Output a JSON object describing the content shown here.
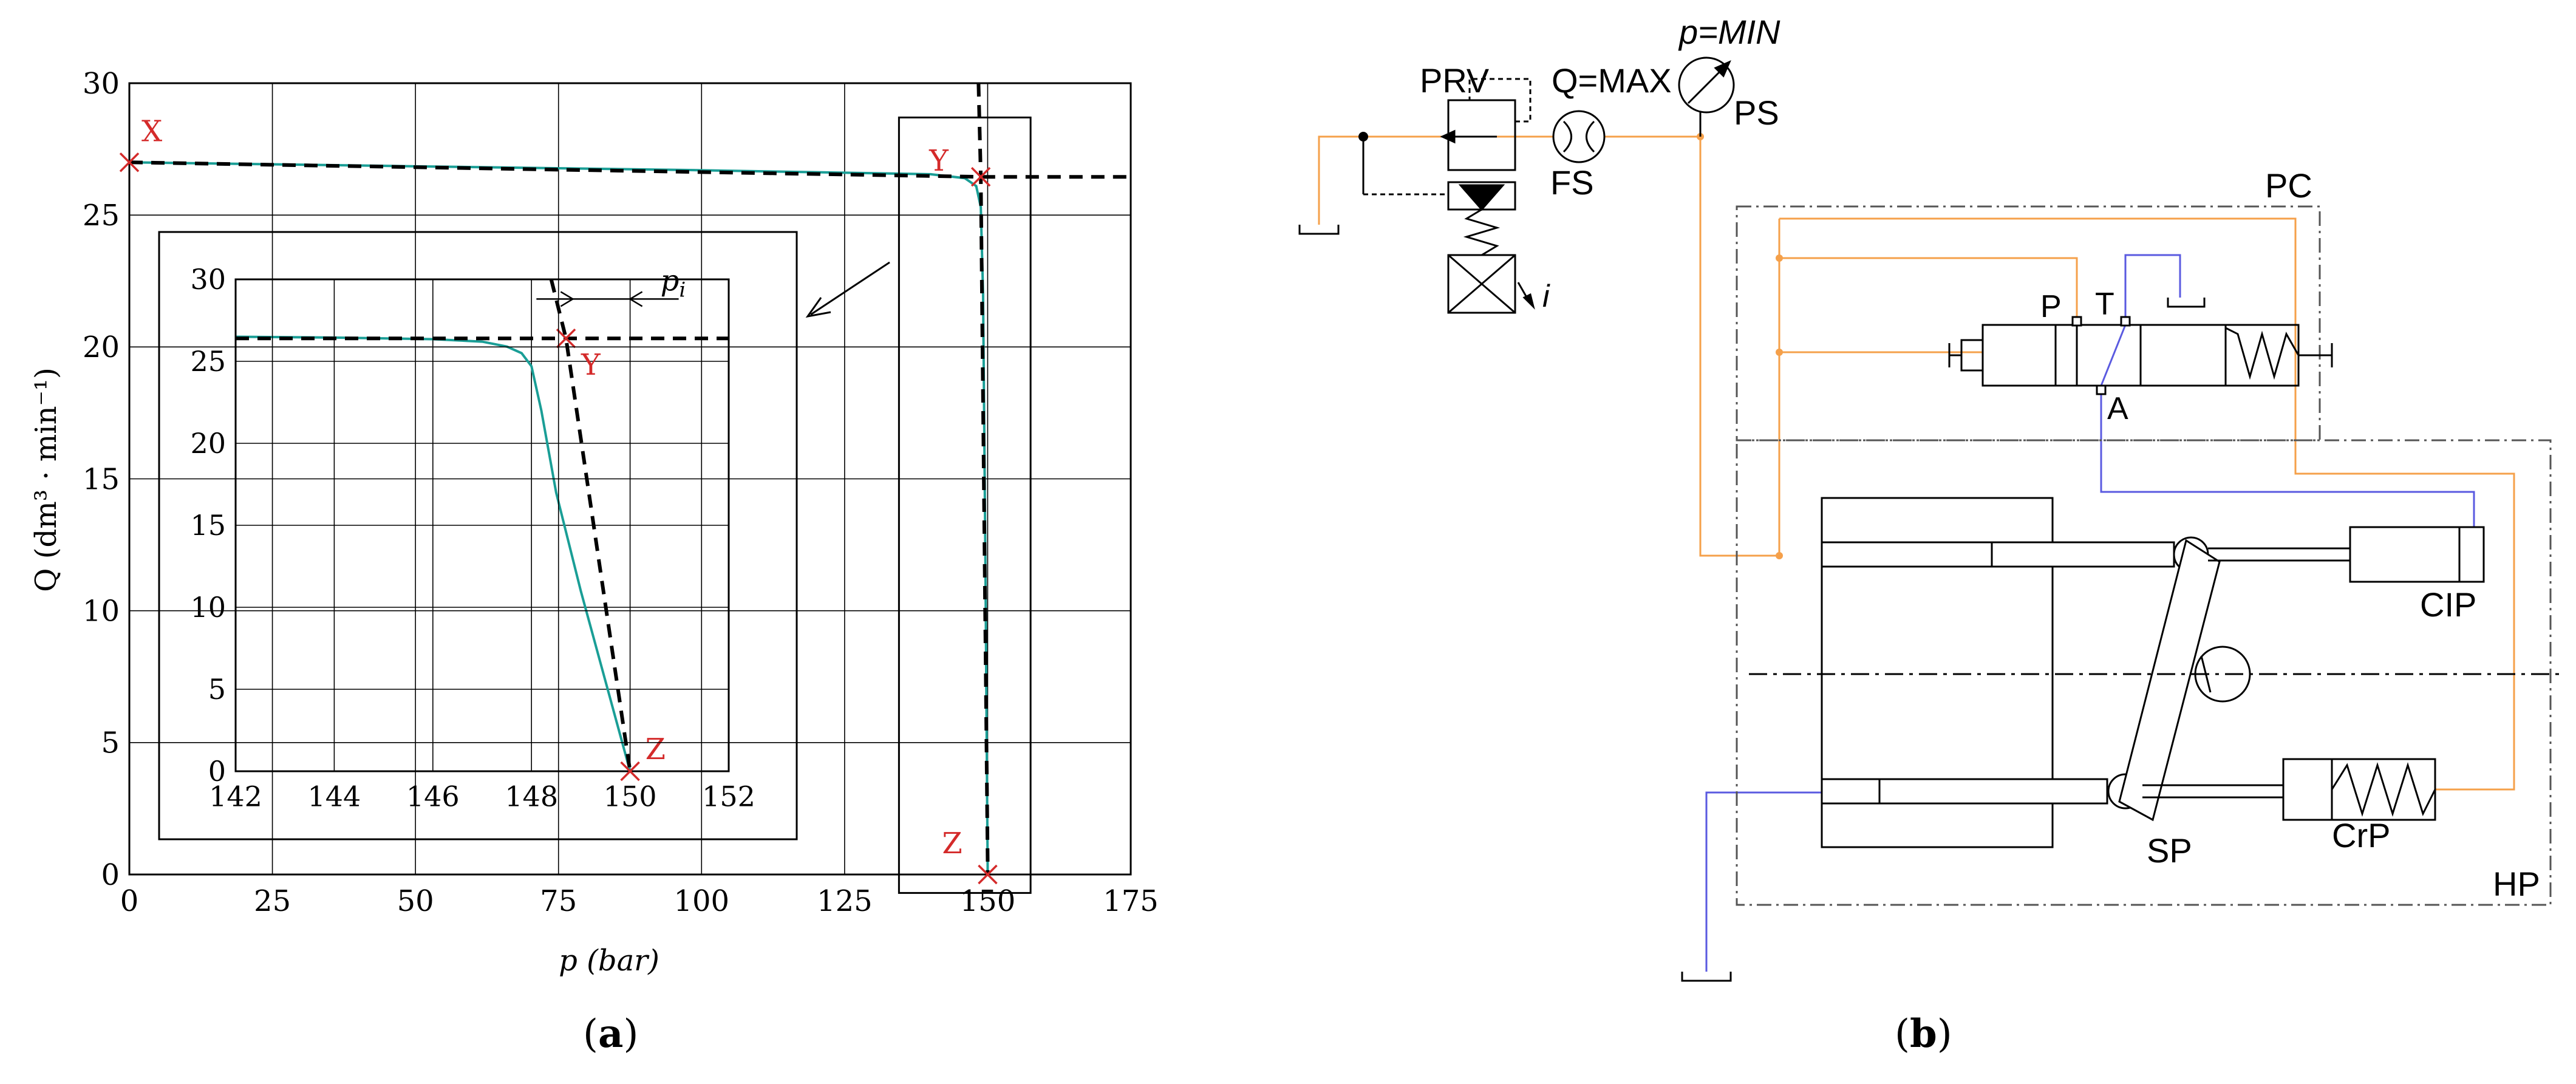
{
  "chart_data": {
    "type": "line",
    "main": {
      "xlabel": "p (bar)",
      "ylabel": "Q (dm³ · min⁻¹)",
      "xlim": [
        0,
        175
      ],
      "ylim": [
        0,
        30
      ],
      "xticks": [
        0,
        25,
        50,
        75,
        100,
        125,
        150,
        175
      ],
      "yticks": [
        0,
        5,
        10,
        15,
        20,
        25,
        30
      ],
      "grid": true,
      "series": [
        {
          "style": "solid teal",
          "color": "#1a9e96",
          "x": [
            0,
            50,
            100,
            140,
            146,
            148,
            148.8,
            149.2,
            149.6,
            149.9,
            150,
            150
          ],
          "y": [
            27.0,
            26.85,
            26.7,
            26.55,
            26.4,
            26.1,
            25.3,
            22.0,
            12.0,
            3.0,
            0.3,
            0
          ]
        },
        {
          "style": "dashed black",
          "color": "#000000",
          "x": [
            0,
            148.8,
            175
          ],
          "y": [
            27.0,
            26.45,
            26.45
          ]
        },
        {
          "style": "dashed black",
          "color": "#000000",
          "x": [
            148.4,
            148.8,
            150,
            150
          ],
          "y": [
            30.0,
            26.45,
            0.5,
            0
          ]
        }
      ],
      "points": [
        {
          "label": "X",
          "x": 0,
          "y": 27.0
        },
        {
          "label": "Y",
          "x": 148.8,
          "y": 26.45
        },
        {
          "label": "Z",
          "x": 150,
          "y": 0
        }
      ],
      "zoom_box": {
        "x": [
          134.5,
          157.5
        ],
        "y": [
          -0.7,
          28.7
        ]
      }
    },
    "inset": {
      "xlim": [
        142,
        152
      ],
      "ylim": [
        0,
        30
      ],
      "xticks": [
        142,
        144,
        146,
        148,
        150,
        152
      ],
      "yticks": [
        0,
        5,
        10,
        15,
        20,
        25,
        30
      ],
      "grid": true,
      "annotation": "p_i",
      "points": [
        {
          "label": "Y",
          "x": 148.7,
          "y": 26.4
        },
        {
          "label": "Z",
          "x": 150,
          "y": 0
        }
      ],
      "series": [
        {
          "style": "solid teal",
          "color": "#1a9e96",
          "x": [
            142,
            144,
            146,
            147,
            147.5,
            147.8,
            148.0,
            148.2,
            148.5,
            149.0,
            149.5,
            150
          ],
          "y": [
            26.5,
            26.45,
            26.35,
            26.2,
            25.9,
            25.5,
            24.7,
            22.0,
            17.0,
            11.0,
            5.5,
            0
          ]
        },
        {
          "style": "dashed black",
          "color": "#000000",
          "x": [
            142,
            148.7,
            152
          ],
          "y": [
            26.4,
            26.4,
            26.4
          ]
        },
        {
          "style": "dashed black",
          "color": "#000000",
          "x": [
            148.4,
            148.7,
            150
          ],
          "y": [
            30.0,
            26.4,
            0
          ]
        }
      ]
    }
  },
  "captions": {
    "a": "a",
    "b": "b"
  },
  "diagram": {
    "labels": {
      "prv": "PRV",
      "q_max": "Q=MAX",
      "p_min": "p=MIN",
      "fs": "FS",
      "ps": "PS",
      "i": "i",
      "pc": "PC",
      "hp": "HP",
      "port_p": "P",
      "port_t": "T",
      "port_a": "A",
      "cip": "CIP",
      "sp": "SP",
      "crp": "CrP"
    },
    "colors": {
      "pressure_line": "#f5a04a",
      "return_line": "#5a5ae0",
      "outline": "#000000",
      "dash": "#555555"
    }
  }
}
